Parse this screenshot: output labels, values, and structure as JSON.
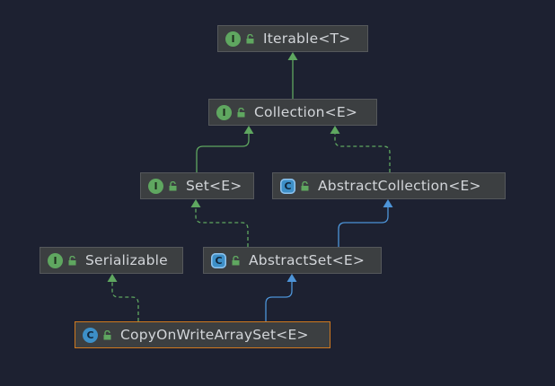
{
  "diagram": {
    "nodes": [
      {
        "id": "iterable",
        "label": "Iterable<T>",
        "kind": "interface",
        "badge": "I"
      },
      {
        "id": "collection",
        "label": "Collection<E>",
        "kind": "interface",
        "badge": "I"
      },
      {
        "id": "set",
        "label": "Set<E>",
        "kind": "interface",
        "badge": "I"
      },
      {
        "id": "abstract-collection",
        "label": "AbstractCollection<E>",
        "kind": "abstract",
        "badge": "C"
      },
      {
        "id": "serializable",
        "label": "Serializable",
        "kind": "interface",
        "badge": "I"
      },
      {
        "id": "abstract-set",
        "label": "AbstractSet<E>",
        "kind": "abstract",
        "badge": "C"
      },
      {
        "id": "copy-on-write-array-set",
        "label": "CopyOnWriteArraySet<E>",
        "kind": "class",
        "badge": "C",
        "selected": true
      }
    ],
    "edges": [
      {
        "from": "collection",
        "to": "iterable",
        "type": "extends-interface"
      },
      {
        "from": "set",
        "to": "collection",
        "type": "extends-interface"
      },
      {
        "from": "abstract-collection",
        "to": "collection",
        "type": "implements"
      },
      {
        "from": "abstract-set",
        "to": "set",
        "type": "implements"
      },
      {
        "from": "abstract-set",
        "to": "abstract-collection",
        "type": "extends-class"
      },
      {
        "from": "copy-on-write-array-set",
        "to": "serializable",
        "type": "implements"
      },
      {
        "from": "copy-on-write-array-set",
        "to": "abstract-set",
        "type": "extends-class"
      }
    ]
  },
  "colors": {
    "background": "#1d2131",
    "interface_edge": "#5fa760",
    "class_edge": "#4d94d8",
    "node_fill": "#3c3f41",
    "selected_border": "#d0791e"
  },
  "icons": {
    "interface": "interface-icon",
    "class": "class-icon",
    "abstract": "abstract-class-icon",
    "visibility": "public-lock-icon"
  }
}
